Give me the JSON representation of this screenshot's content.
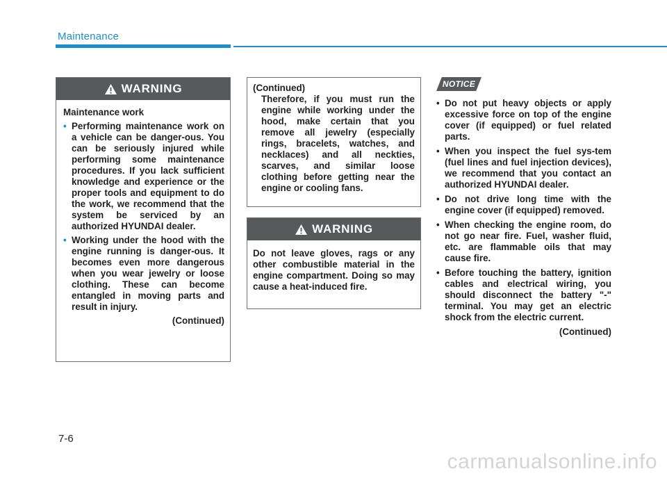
{
  "header": {
    "section": "Maintenance"
  },
  "colors": {
    "accent": "#1a8fd0",
    "box_header": "#58595b"
  },
  "warning_box_1": {
    "heading": "WARNING",
    "icon": "warning-triangle-icon",
    "subtitle": "Maintenance work",
    "bullets": [
      "Performing maintenance work on a vehicle can be danger-ous. You can be seriously injured while performing some maintenance procedures. If you lack sufficient knowledge and experience or the proper tools and equipment to do the work, we recommend that the system be serviced by an authorized HYUNDAI dealer.",
      "Working under the hood with the engine running is danger-ous. It becomes even more dangerous when you wear jewelry or loose clothing. These can become entangled in moving parts and result in injury."
    ],
    "continued": "(Continued)"
  },
  "continued_box": {
    "label": "(Continued)",
    "text": "Therefore, if you must run the engine while working under the hood, make certain that you remove all jewelry (especially rings, bracelets, watches, and necklaces) and all neckties, scarves, and similar loose clothing before getting near the engine or cooling fans."
  },
  "warning_box_2": {
    "heading": "WARNING",
    "icon": "warning-triangle-icon",
    "text": "Do not leave gloves, rags or any other combustible material in the engine compartment. Doing so may cause a heat-induced fire."
  },
  "notice": {
    "label": "NOTICE",
    "items": [
      "Do not put heavy objects or apply excessive force on top of the engine cover (if equipped) or fuel related parts.",
      "When you inspect the fuel sys-tem (fuel lines and fuel injection devices), we recommend that you contact an authorized HYUNDAI dealer.",
      "Do not drive long time with the engine cover (if equipped) removed.",
      "When checking the engine room, do not go near  fire. Fuel, washer fluid, etc. are  flammable oils that may cause fire.",
      "Before touching the battery, ignition cables and electrical wiring, you should disconnect the battery \"-\" terminal. You may get an electric shock from the electric current."
    ],
    "continued": "(Continued)"
  },
  "footer": {
    "page_number": "7-6",
    "watermark": "carmanualsonline.info"
  }
}
